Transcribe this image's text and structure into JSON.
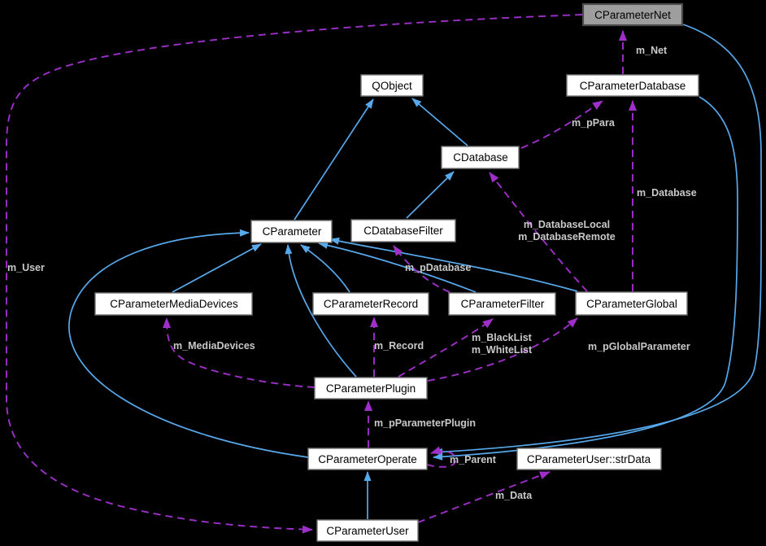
{
  "diagram": {
    "type": "class-collaboration-graph",
    "background": "#000000",
    "colors": {
      "inheritance_edge": "#57a9ec",
      "usage_edge": "#9e2fc9",
      "node_fill": "#ffffff",
      "node_border": "#757575",
      "highlight_node_fill": "#9e9e9e",
      "highlight_node_border": "#4a4a4a",
      "node_text": "#000000",
      "edge_label_text": "#c9c9c9"
    },
    "nodes": {
      "cparameternet": {
        "label": "CParameterNet",
        "highlighted": true
      },
      "qobject": {
        "label": "QObject"
      },
      "cparameterdatabase": {
        "label": "CParameterDatabase"
      },
      "cdatabase": {
        "label": "CDatabase"
      },
      "cparameter": {
        "label": "CParameter"
      },
      "cdatabasefilter": {
        "label": "CDatabaseFilter"
      },
      "cparametermediadevices": {
        "label": "CParameterMediaDevices"
      },
      "cparameterrecord": {
        "label": "CParameterRecord"
      },
      "cparameterfilter": {
        "label": "CParameterFilter"
      },
      "cparameterglobal": {
        "label": "CParameterGlobal"
      },
      "cparameterplugin": {
        "label": "CParameterPlugin"
      },
      "cparameteroperate": {
        "label": "CParameterOperate"
      },
      "cparameteruser_strdata": {
        "label": "CParameterUser::strData"
      },
      "cparameteruser": {
        "label": "CParameterUser"
      }
    },
    "edge_labels": {
      "m_net": "m_Net",
      "m_user": "m_User",
      "m_ppara": "m_pPara",
      "m_database": "m_Database",
      "m_databaselocal": "m_DatabaseLocal",
      "m_databaseremote": "m_DatabaseRemote",
      "m_pdatabase": "m_pDatabase",
      "m_mediadevices": "m_MediaDevices",
      "m_record": "m_Record",
      "m_blacklist": "m_BlackList",
      "m_whitelist": "m_WhiteList",
      "m_pglobalparameter": "m_pGlobalParameter",
      "m_pparameterplugin": "m_pParameterPlugin",
      "m_parent": "m_Parent",
      "m_data": "m_Data"
    }
  }
}
